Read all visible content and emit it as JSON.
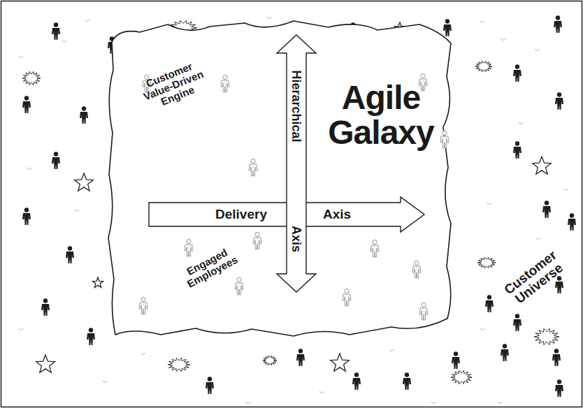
{
  "diagram": {
    "nodes": [
      {
        "text": [
          "Agile Galaxy"
        ]
      },
      {
        "text": [
          "Delivery",
          "Axis"
        ],
        "in": 0
      },
      {
        "text": [
          "Hierarchical",
          "Axis"
        ],
        "in": 0
      }
    ],
    "labels": [
      "Customer Value-Driven Engine",
      "Engaged Employees",
      "Customer Universe"
    ]
  }
}
